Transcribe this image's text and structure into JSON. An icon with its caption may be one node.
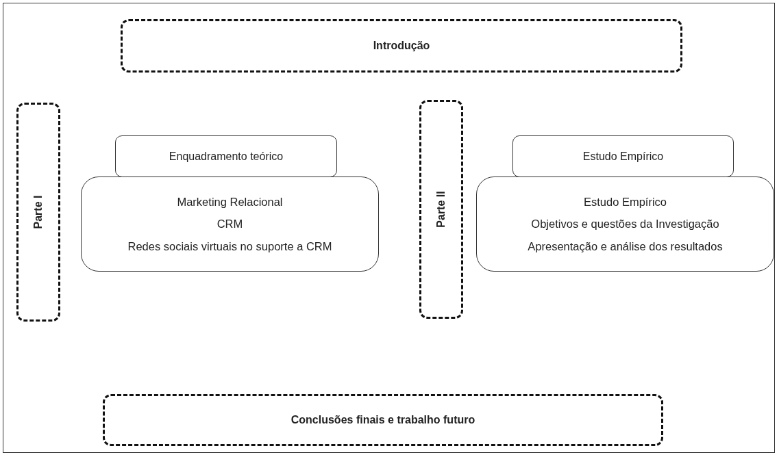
{
  "diagram": {
    "nodes": [
      {
        "text": [
          "Introdução"
        ]
      },
      {
        "text": [
          "Parte I"
        ]
      },
      {
        "text": [
          "Enquadramento teórico"
        ]
      },
      {
        "text": [
          "Marketing Relacional",
          "CRM",
          "Redes sociais virtuais no suporte a CRM"
        ]
      },
      {
        "text": [
          "Parte II"
        ]
      },
      {
        "text": [
          "Estudo Empírico"
        ]
      },
      {
        "text": [
          "Estudo Empírico",
          "Objetivos e questões da Investigação",
          "Apresentação e análise dos resultados"
        ]
      },
      {
        "text": [
          "Conclusões finais e trabalho futuro"
        ]
      }
    ],
    "edges": []
  }
}
